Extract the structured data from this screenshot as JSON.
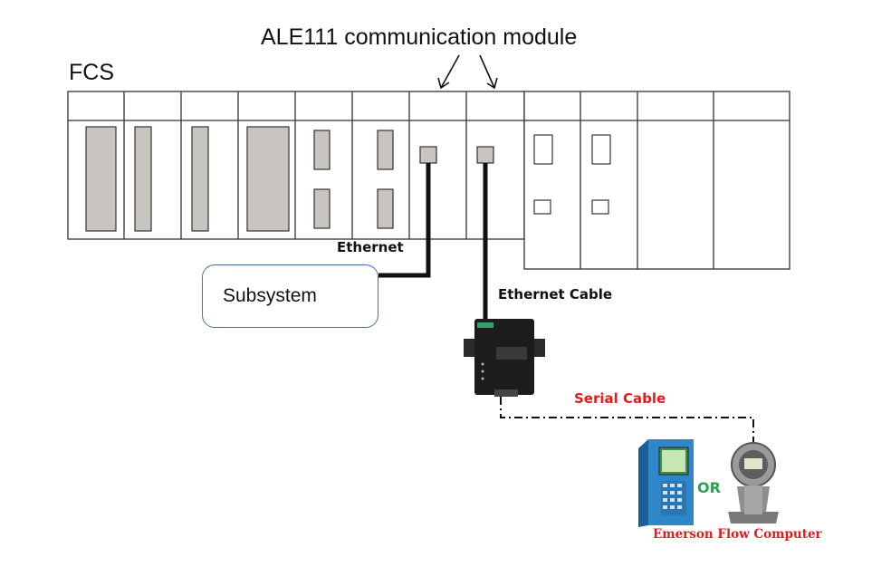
{
  "labels": {
    "module_title": "ALE111 communication module",
    "fcs": "FCS",
    "ethernet": "Ethernet",
    "subsystem": "Subsystem",
    "ethernet_cable": "Ethernet Cable",
    "serial_cable": "Serial Cable",
    "or": "OR",
    "flow_computer": "Emerson Flow Computer"
  },
  "colors": {
    "serial_label": "#e8191c",
    "or_label": "#21a84b",
    "flow_computer_label": "#e8191c",
    "subsystem_border": "#4a6fa5",
    "slot_fill": "#c8c4c0"
  }
}
